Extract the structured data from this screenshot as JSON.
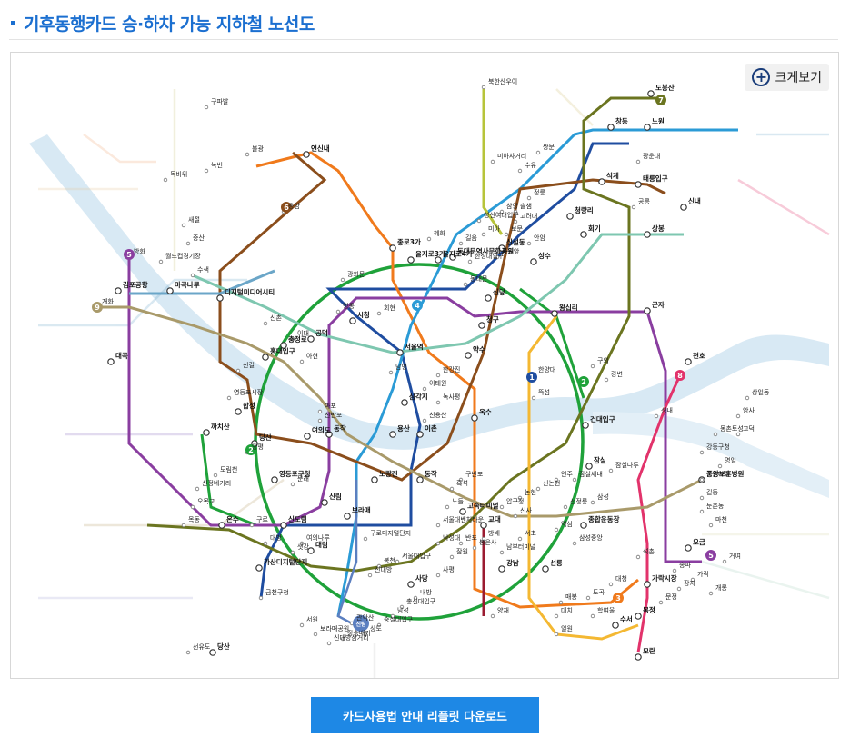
{
  "page": {
    "title": "기후동행카드 승·하차 가능 지하철 노선도"
  },
  "map": {
    "zoom_label": "크게보기",
    "zoom_icon": "plus-circle-icon",
    "colors": {
      "line1": "#1f4da0",
      "line2": "#1fa23a",
      "line3": "#f07a1c",
      "line4": "#2b9bd6",
      "line5": "#8a3ea0",
      "line6": "#8b4e1c",
      "line7": "#6b7520",
      "line8": "#e2336b",
      "line9": "#a99a6a",
      "sinbundang": "#9b1b30",
      "gyeongui": "#7ec7b0",
      "suin": "#f4b832",
      "uisinseol": "#b7c43a",
      "sillim": "#5b7fc0",
      "airport": "#6ba6c8",
      "river": "#d8e9f4"
    },
    "line_badges": [
      "2",
      "4",
      "5",
      "6",
      "7",
      "8",
      "9",
      "3",
      "1",
      "2",
      "5",
      "신림"
    ],
    "stations": [
      "김포공항",
      "마곡나루",
      "홍대입구",
      "디지털미디어시티",
      "합정",
      "당산",
      "영등포구청",
      "신도림",
      "구로",
      "대림",
      "신림",
      "사당",
      "교대",
      "고속터미널",
      "강남",
      "선릉",
      "종합운동장",
      "잠실",
      "건대입구",
      "왕십리",
      "동대문역사문화공원",
      "을지로3가",
      "을지로4가",
      "종로3가",
      "시청",
      "서울역",
      "삼각지",
      "용산",
      "이촌",
      "노량진",
      "동작",
      "옥수",
      "약수",
      "청구",
      "신당",
      "동묘앞",
      "성신여대입구",
      "석계",
      "태릉입구",
      "공릉",
      "노원",
      "창동",
      "도봉산",
      "불광",
      "연신내",
      "응암",
      "공덕",
      "여의도",
      "가산디지털단지",
      "금천구청",
      "보라매",
      "충정로",
      "광화문",
      "고려대",
      "군자",
      "천호",
      "복정",
      "가락시장",
      "수서",
      "오금",
      "모란",
      "북한산우이",
      "신설동",
      "광운대",
      "상봉",
      "회기",
      "까치산",
      "온수",
      "방화",
      "개화",
      "중앙보훈병원",
      "관악산",
      "수색",
      "대곡",
      "성수",
      "청량리",
      "신내",
      "미아사거리",
      "혜화",
      "동대문",
      "명동",
      "회현",
      "남영",
      "이대",
      "신촌",
      "아현",
      "마포",
      "도림천",
      "신정네거리",
      "목동",
      "오목교",
      "문래",
      "구파발",
      "녹번",
      "독바위",
      "새절",
      "증산",
      "월드컵경기장",
      "한강진",
      "이태원",
      "녹사평",
      "신용산",
      "한성대입구",
      "길음",
      "미아",
      "쌍문",
      "수유",
      "정릉",
      "솔샘",
      "삼양",
      "보문",
      "안암",
      "뚝섬",
      "한양대",
      "구의",
      "강변",
      "성내",
      "잠실나루",
      "잠실새내",
      "삼성",
      "역삼",
      "서초",
      "방배",
      "낙성대",
      "서울대입구",
      "봉천",
      "신대방",
      "구로디지털단지",
      "문정",
      "장지",
      "석촌",
      "송파",
      "가락",
      "개롱",
      "거여",
      "마천",
      "둔촌동",
      "길동",
      "굽은다리",
      "명일",
      "고덕",
      "상일동",
      "암사",
      "몽촌토성",
      "강동구청",
      "매봉",
      "도곡",
      "대치",
      "학여울",
      "대청",
      "일원",
      "양재",
      "남부터미널",
      "신사",
      "압구정",
      "논현",
      "신논현",
      "언주",
      "선정릉",
      "삼성중앙",
      "봉은사",
      "잠원",
      "반포",
      "사평",
      "내방",
      "총신대입구",
      "남성",
      "숭실대입구",
      "상도",
      "장승배기",
      "신대방삼거리",
      "보라매공원",
      "서원",
      "서울대벤처타운",
      "노들",
      "흑석",
      "구반포",
      "신반포",
      "동작",
      "여의나루",
      "샛강",
      "대방",
      "신길",
      "영등포시장",
      "양평",
      "선유도",
      "당산"
    ]
  },
  "download": {
    "label": "카드사용법 안내 리플릿 다운로드"
  }
}
